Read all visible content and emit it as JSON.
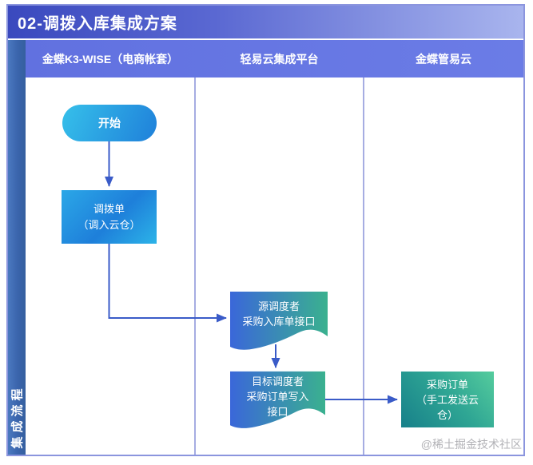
{
  "title": "02-调拨入库集成方案",
  "sidebar_label": "集成流程",
  "lanes": [
    "金蝶K3-WISE（电商帐套）",
    "轻易云集成平台",
    "金蝶管易云"
  ],
  "nodes": {
    "start": {
      "label": "开始"
    },
    "transfer_order": {
      "lines": [
        "调拨单",
        "（调入云仓）"
      ]
    },
    "source_dispatcher": {
      "lines": [
        "源调度者",
        "采购入库单接口"
      ]
    },
    "target_dispatcher": {
      "lines": [
        "目标调度者",
        "采购订单写入",
        "接口"
      ]
    },
    "purchase_order": {
      "lines": [
        "采购订单",
        "（手工发送云",
        "仓）"
      ]
    }
  },
  "watermark": "@稀土掘金技术社区",
  "colors": {
    "title_bar_left": "#3a49be",
    "title_bar_right": "#a9b5ee",
    "lane_header": "#6474e2",
    "sidebar": "#3a64ac",
    "frame_border": "#8b95de",
    "arrow": "#3a5bc8",
    "node_blue_a": "#2ba7e7",
    "node_blue_b": "#1e7fda",
    "wave_blue": "#3a67d9",
    "wave_teal": "#3ab18f",
    "teal_dark": "#17808a",
    "teal_light": "#55cc9d"
  }
}
